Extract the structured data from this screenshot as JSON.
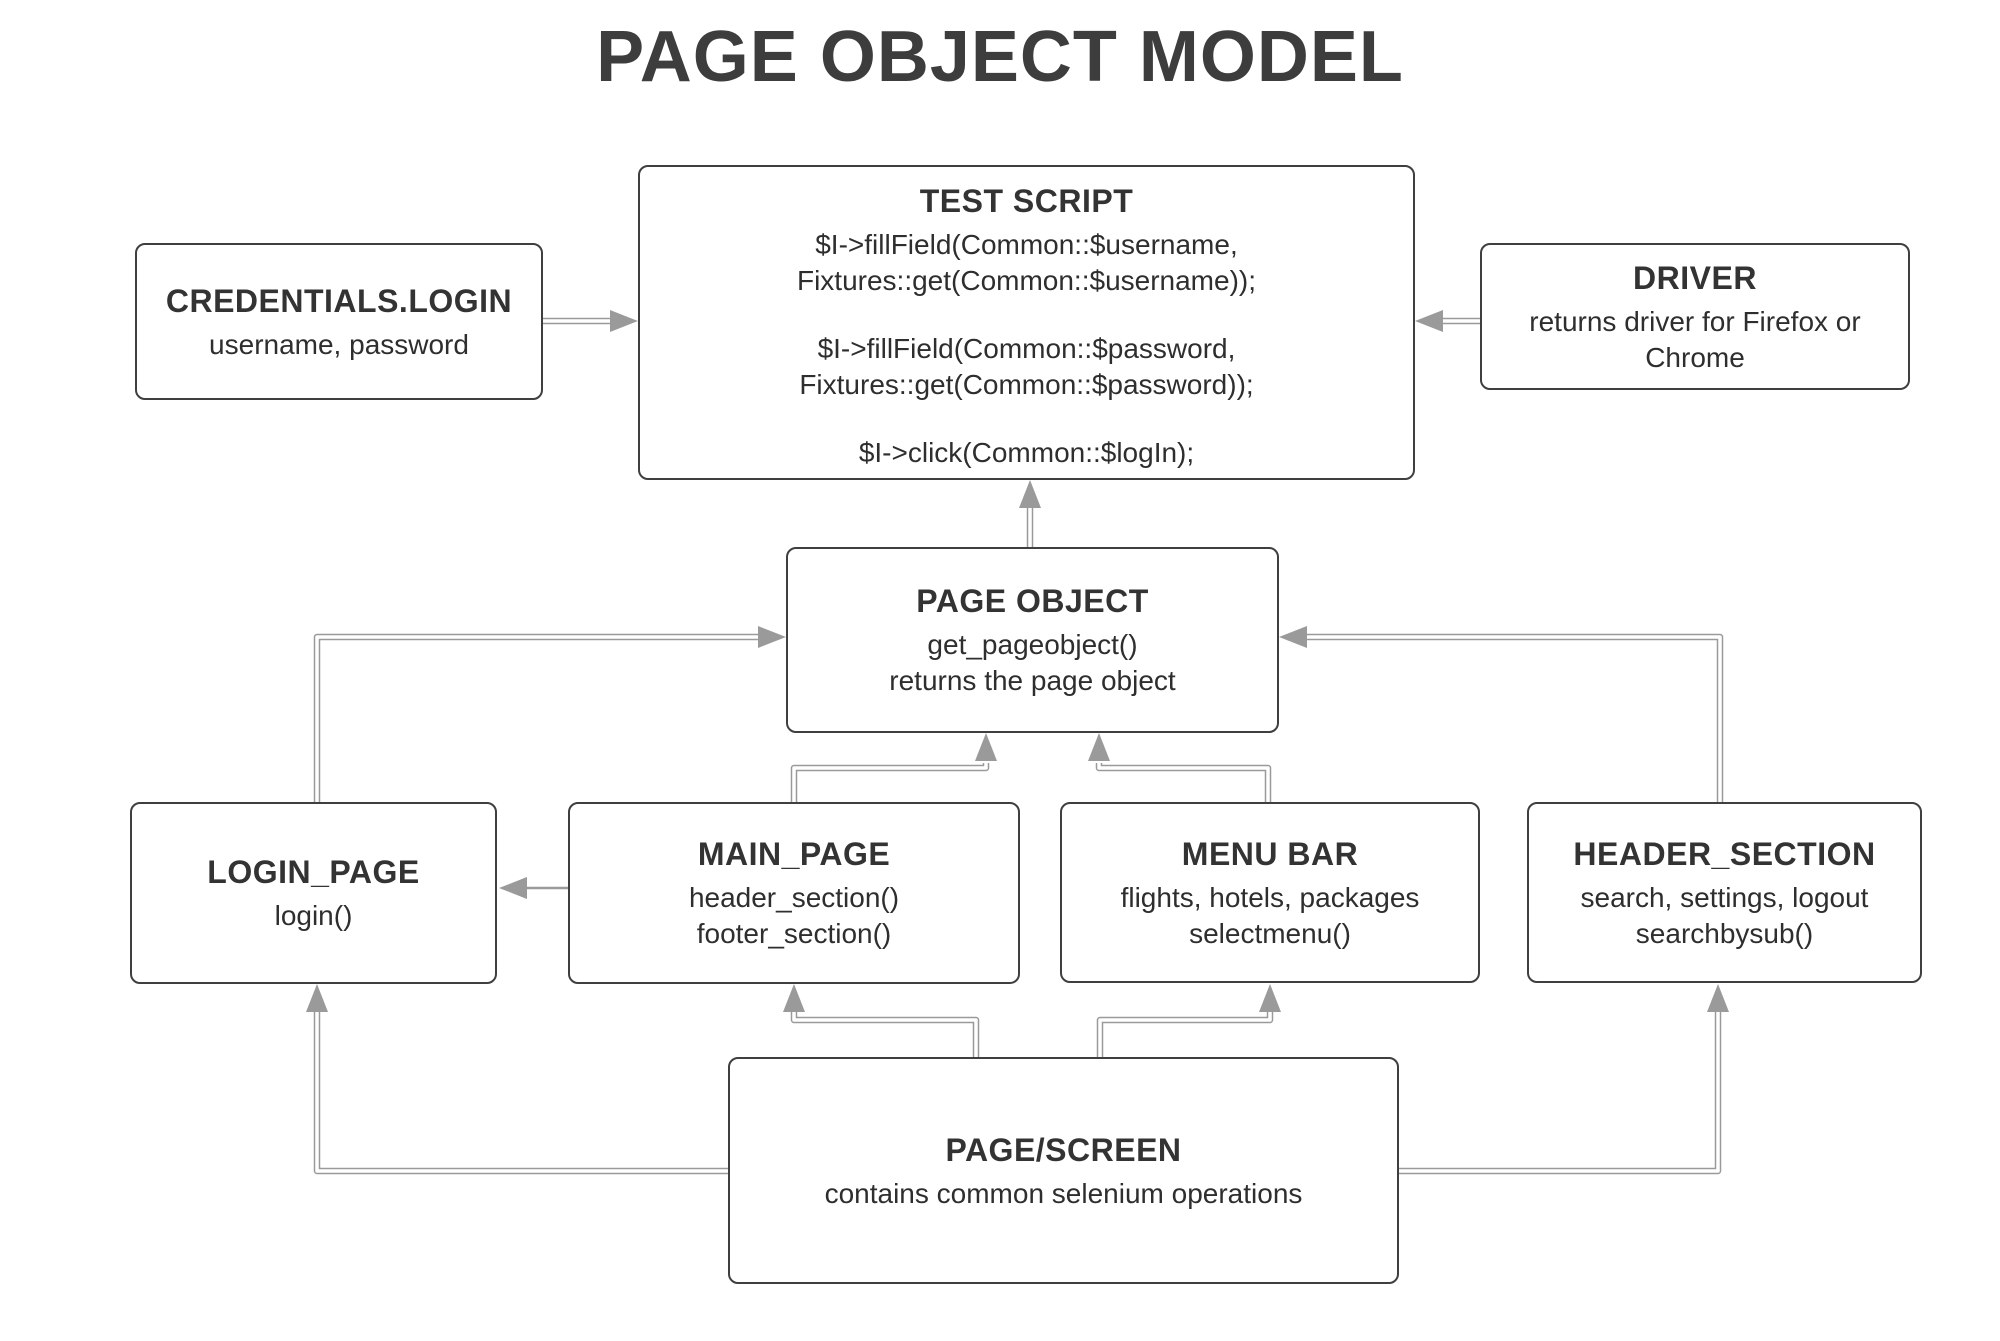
{
  "title": "PAGE OBJECT MODEL",
  "colors": {
    "background": "#ffffff",
    "box_border": "#3f3f3f",
    "title_text": "#3d3d3d",
    "body_text": "#2e2e2e",
    "connector": "#9a9a9a"
  },
  "boxes": {
    "credentials_login": {
      "title": "CREDENTIALS.LOGIN",
      "lines": [
        "username, password"
      ]
    },
    "test_script": {
      "title": "TEST SCRIPT",
      "blocks": [
        [
          "$I->fillField(Common::$username,",
          "Fixtures::get(Common::$username));"
        ],
        [
          "$I->fillField(Common::$password,",
          "Fixtures::get(Common::$password));"
        ],
        [
          "$I->click(Common::$logIn);"
        ]
      ]
    },
    "driver": {
      "title": "DRIVER",
      "lines": [
        "returns driver for Firefox or Chrome"
      ]
    },
    "page_object": {
      "title": "PAGE OBJECT",
      "lines": [
        "get_pageobject()",
        "returns the page object"
      ]
    },
    "login_page": {
      "title": "LOGIN_PAGE",
      "lines": [
        "login()"
      ]
    },
    "main_page": {
      "title": "MAIN_PAGE",
      "lines": [
        "header_section()",
        "footer_section()"
      ]
    },
    "menu_bar": {
      "title": "MENU BAR",
      "lines": [
        "flights, hotels, packages",
        "selectmenu()"
      ]
    },
    "header_section": {
      "title": "HEADER_SECTION",
      "lines": [
        "search, settings, logout",
        "searchbysub()"
      ]
    },
    "page_screen": {
      "title": "PAGE/SCREEN",
      "lines": [
        "contains common selenium operations"
      ]
    }
  },
  "connections": [
    {
      "from": "CREDENTIALS.LOGIN",
      "to": "TEST SCRIPT",
      "style": "double"
    },
    {
      "from": "DRIVER",
      "to": "TEST SCRIPT",
      "style": "double"
    },
    {
      "from": "PAGE OBJECT",
      "to": "TEST SCRIPT",
      "style": "double"
    },
    {
      "from": "LOGIN_PAGE",
      "to": "PAGE OBJECT",
      "style": "double"
    },
    {
      "from": "MAIN_PAGE",
      "to": "PAGE OBJECT",
      "style": "double"
    },
    {
      "from": "MENU BAR",
      "to": "PAGE OBJECT",
      "style": "double"
    },
    {
      "from": "HEADER_SECTION",
      "to": "PAGE OBJECT",
      "style": "double"
    },
    {
      "from": "MAIN_PAGE",
      "to": "LOGIN_PAGE",
      "style": "single"
    },
    {
      "from": "PAGE/SCREEN",
      "to": "LOGIN_PAGE",
      "style": "double"
    },
    {
      "from": "PAGE/SCREEN",
      "to": "MAIN_PAGE",
      "style": "double"
    },
    {
      "from": "PAGE/SCREEN",
      "to": "MENU BAR",
      "style": "double"
    },
    {
      "from": "PAGE/SCREEN",
      "to": "HEADER_SECTION",
      "style": "double"
    }
  ]
}
